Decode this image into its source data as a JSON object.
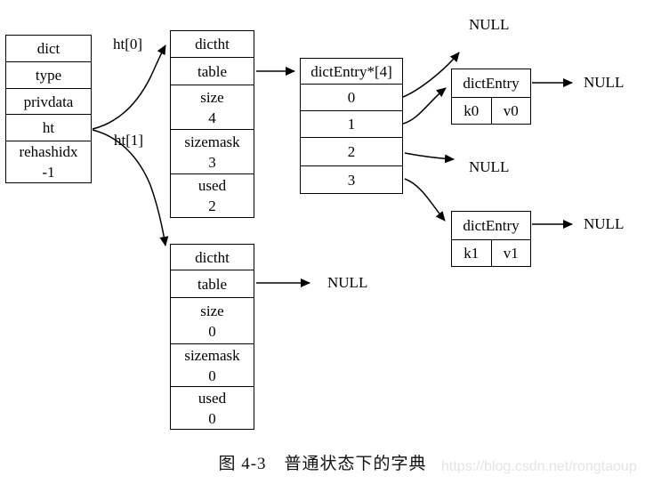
{
  "colors": {
    "background": "#ffffff",
    "line": "#000000",
    "text": "#000000",
    "watermark": "#e4e4e6"
  },
  "dict_box": {
    "rows": [
      "dict",
      "type",
      "privdata",
      "ht"
    ],
    "rehashidx": {
      "name": "rehashidx",
      "value": "-1"
    }
  },
  "pointer_labels": {
    "ht0": "ht[0]",
    "ht1": "ht[1]"
  },
  "dictht_top": {
    "header": "dictht",
    "table_label": "table",
    "fields": [
      {
        "name": "size",
        "value": "4"
      },
      {
        "name": "sizemask",
        "value": "3"
      },
      {
        "name": "used",
        "value": "2"
      }
    ]
  },
  "dictht_bottom": {
    "header": "dictht",
    "table_label": "table",
    "fields": [
      {
        "name": "size",
        "value": "0"
      },
      {
        "name": "sizemask",
        "value": "0"
      },
      {
        "name": "used",
        "value": "0"
      }
    ]
  },
  "bucket_array": {
    "header": "dictEntry*[4]",
    "slots": [
      "0",
      "1",
      "2",
      "3"
    ]
  },
  "entries": [
    {
      "title": "dictEntry",
      "key": "k0",
      "value": "v0"
    },
    {
      "title": "dictEntry",
      "key": "k1",
      "value": "v1"
    }
  ],
  "null_labels": {
    "slot0": "NULL",
    "slot2": "NULL",
    "entry0_next": "NULL",
    "entry1_next": "NULL",
    "empty_table": "NULL"
  },
  "caption": "图 4-3　普通状态下的字典",
  "watermark": "https://blog.csdn.net/rongtaoup"
}
